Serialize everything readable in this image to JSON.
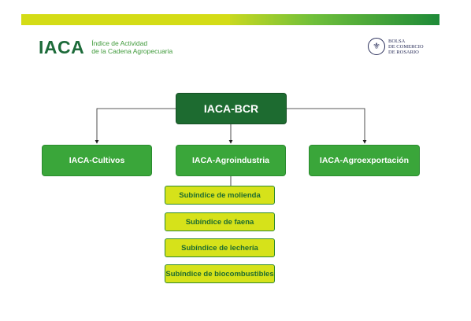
{
  "header": {
    "logo_mark": "IACA",
    "logo_line1": "Índice de Actividad",
    "logo_line2": "de la Cadena Agropecuaria",
    "partner_line1": "BOLSA",
    "partner_line2": "DE COMERCIO",
    "partner_line3": "DE ROSARIO",
    "partner_seal_icon": "bolsa-comercio-rosario-seal-icon"
  },
  "diagram": {
    "root": "IACA-BCR",
    "children": [
      "IACA-Cultivos",
      "IACA-Agroindustria",
      "IACA-Agroexportación"
    ],
    "subindices": [
      "Subíndice de molienda",
      "Subíndice de faena",
      "Subíndice de lechería",
      "Subíndice de biocombustibles"
    ]
  },
  "colors": {
    "dark_green": "#1d6b30",
    "green": "#3aa63a",
    "lime": "#d6e21a",
    "band_yellow": "#d4dc16"
  }
}
